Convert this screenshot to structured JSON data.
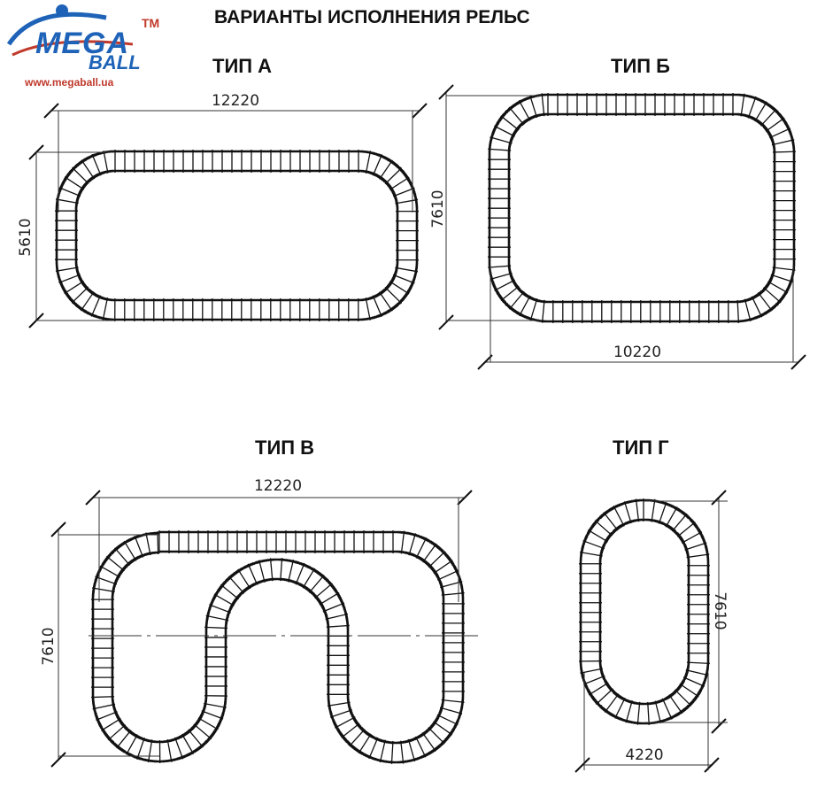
{
  "logo": {
    "brand_top": "MEGA",
    "brand_bottom": "BALL",
    "trademark": "TM",
    "url": "www.megaball.ua"
  },
  "title": "ВАРИАНТЫ ИСПОЛНЕНИЯ РЕЛЬС",
  "variants": [
    {
      "label": "ТИП А",
      "width_dim": "12220",
      "height_dim": "5610"
    },
    {
      "label": "ТИП Б",
      "width_dim": "10220",
      "height_dim": "7610"
    },
    {
      "label": "ТИП В",
      "width_dim": "12220",
      "height_dim": "7610"
    },
    {
      "label": "ТИП Г",
      "width_dim": "4220",
      "height_dim": "7610"
    }
  ]
}
